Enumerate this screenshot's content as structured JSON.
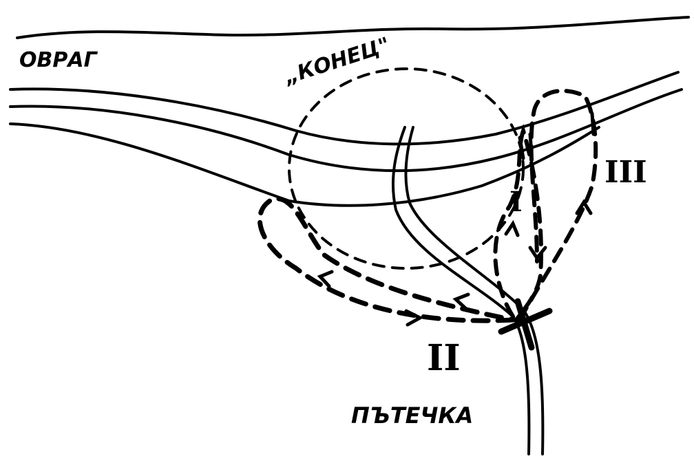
{
  "labels": {
    "ravine": "ОВРАГ",
    "end": "„КОНЕЦ\"",
    "path": "ПЪТЕЧКА",
    "route_1": "I",
    "route_2": "II",
    "route_3": "III"
  },
  "colors": {
    "ink": "#000000",
    "background": "#ffffff"
  }
}
